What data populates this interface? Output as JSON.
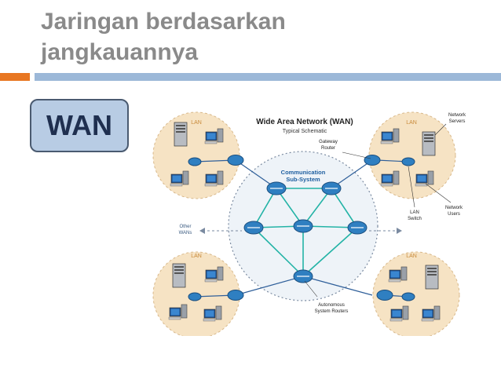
{
  "slide": {
    "title_line1": "Jaringan berdasarkan",
    "title_line2": "jangkauannya",
    "badge": "WAN"
  },
  "colors": {
    "title": "#8a8a8a",
    "accent_orange": "#e87722",
    "accent_blue": "#9cb8d8",
    "badge_fill": "#b8cce4",
    "badge_text": "#1f2f4f",
    "router_fill": "#2f7fc1",
    "lan_circle": "#f6e3c4",
    "link_teal": "#23b3a6"
  },
  "diagram": {
    "title": "Wide Area Network (WAN)",
    "subtitle": "Typical Schematic",
    "comm_label_1": "Communication",
    "comm_label_2": "Sub-System",
    "lan_label": "LAN",
    "gateway_1": "Gateway",
    "gateway_2": "Router",
    "net_servers_1": "Network",
    "net_servers_2": "Servers",
    "lan_switch_1": "LAN",
    "lan_switch_2": "Switch",
    "net_users_1": "Network",
    "net_users_2": "Users",
    "other_wans_1": "Other",
    "other_wans_2": "WANs",
    "auto_1": "Autonomous",
    "auto_2": "System Routers"
  }
}
